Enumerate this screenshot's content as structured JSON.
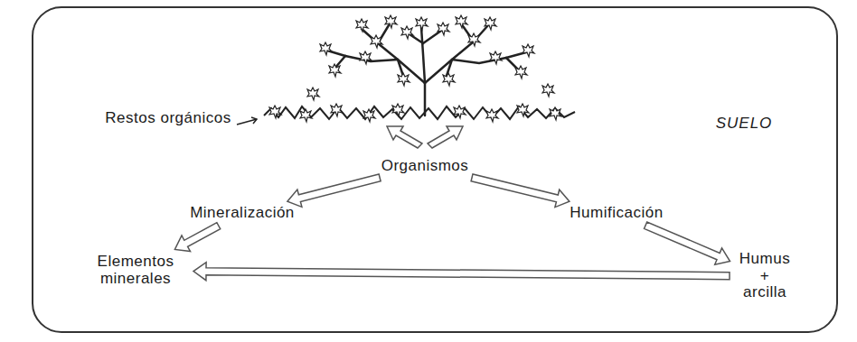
{
  "diagram": {
    "nodes": [
      {
        "text": [
          "Organismos"
        ]
      },
      {
        "text": [
          "Mineralización"
        ]
      },
      {
        "text": [
          "Humificación"
        ]
      },
      {
        "text": [
          "Elementos minerales"
        ]
      },
      {
        "text": [
          "Humus + arcilla"
        ]
      }
    ],
    "edges": [
      {
        "from": 0,
        "to": 1,
        "arrow": "to"
      },
      {
        "from": 0,
        "to": 2,
        "arrow": "to"
      },
      {
        "from": 1,
        "to": 3,
        "arrow": "to"
      },
      {
        "from": 2,
        "to": 4,
        "arrow": "to"
      },
      {
        "from": 4,
        "to": 3,
        "arrow": "to"
      }
    ],
    "labels": [
      "Restos orgánicos",
      "SUELO"
    ]
  }
}
